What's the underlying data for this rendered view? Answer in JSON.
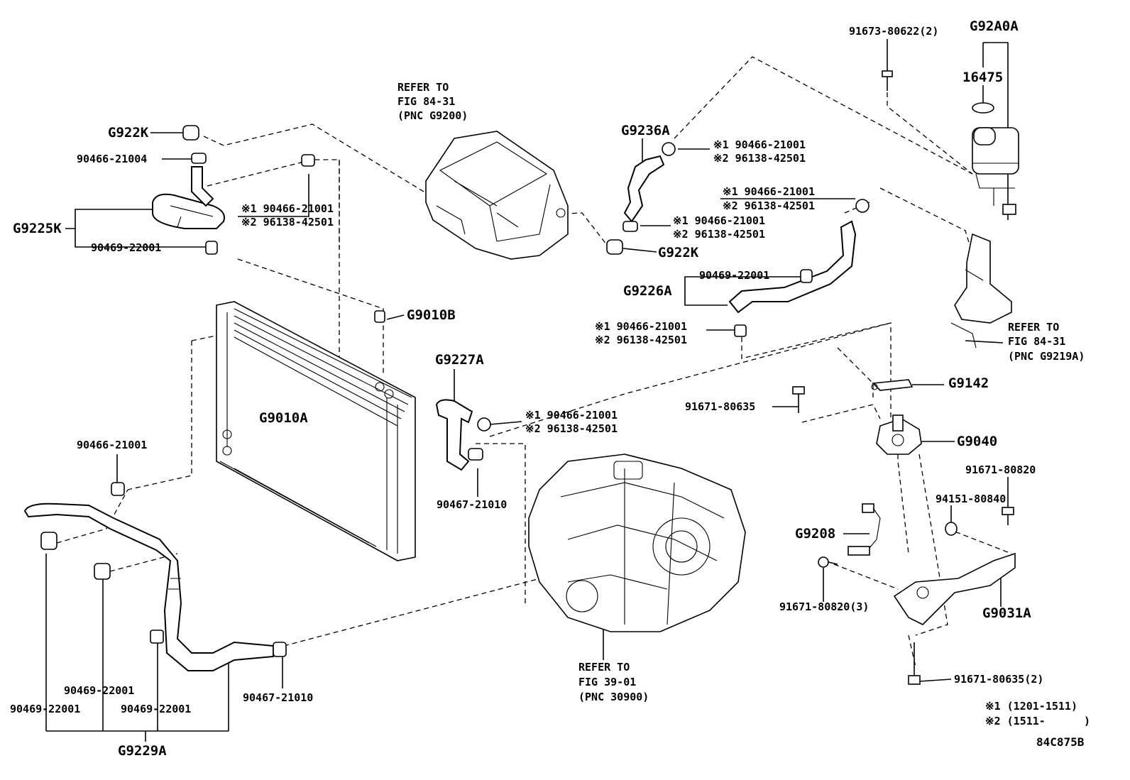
{
  "parts": {
    "g92a0a": "G92A0A",
    "p16475": "16475",
    "bolt_91673_80622_2": "91673-80622(2)",
    "g922k_top": "G922K",
    "clamp_90466_21004": "90466-21004",
    "g9225k": "G9225K",
    "clamp_90469_22001_a": "90469-22001",
    "note1_a": "※1 90466-21001",
    "note2_a": "※2 96138-42501",
    "refer_g9200_l1": "REFER TO",
    "refer_g9200_l2": "FIG 84-31",
    "refer_g9200_l3": "(PNC G9200)",
    "g9236a": "G9236A",
    "note1_b": "※1 90466-21001",
    "note2_b": "※2 96138-42501",
    "note1_c": "※1 90466-21001",
    "note2_c": "※2 96138-42501",
    "note1_d": "※1 90466-21001",
    "note2_d": "※2 96138-42501",
    "g922k_mid": "G922K",
    "clamp_90469_22001_b": "90469-22001",
    "g9226a": "G9226A",
    "note1_e": "※1 90466-21001",
    "note2_e": "※2 96138-42501",
    "refer_g9219a_l1": "REFER TO",
    "refer_g9219a_l2": "FIG 84-31",
    "refer_g9219a_l3": "(PNC G9219A)",
    "g9010b": "G9010B",
    "g9010a": "G9010A",
    "g9227a": "G9227A",
    "note1_f": "※1 90466-21001",
    "note2_f": "※2 96138-42501",
    "g9142": "G9142",
    "bolt_91671_80635": "91671-80635",
    "g9040": "G9040",
    "clamp_90466_21001": "90466-21001",
    "clamp_90467_21010_a": "90467-21010",
    "bolt_91671_80820": "91671-80820",
    "nut_94151_80840": "94151-80840",
    "g9208": "G9208",
    "bolt_91671_80820_3": "91671-80820(3)",
    "g9031a": "G9031A",
    "refer_30900_l1": "REFER TO",
    "refer_30900_l2": "FIG 39-01",
    "refer_30900_l3": "(PNC 30900)",
    "bolt_91671_80635_2": "91671-80635(2)",
    "clamp_90469_22001_c": "90469-22001",
    "clamp_90469_22001_d": "90469-22001",
    "clamp_90469_22001_e": "90469-22001",
    "clamp_90467_21010_b": "90467-21010",
    "g9229a": "G9229A"
  },
  "legend": {
    "line1": "※1 (1201-1511)",
    "line2": "※2 (1511-      )"
  },
  "figure_code": "84C875B"
}
